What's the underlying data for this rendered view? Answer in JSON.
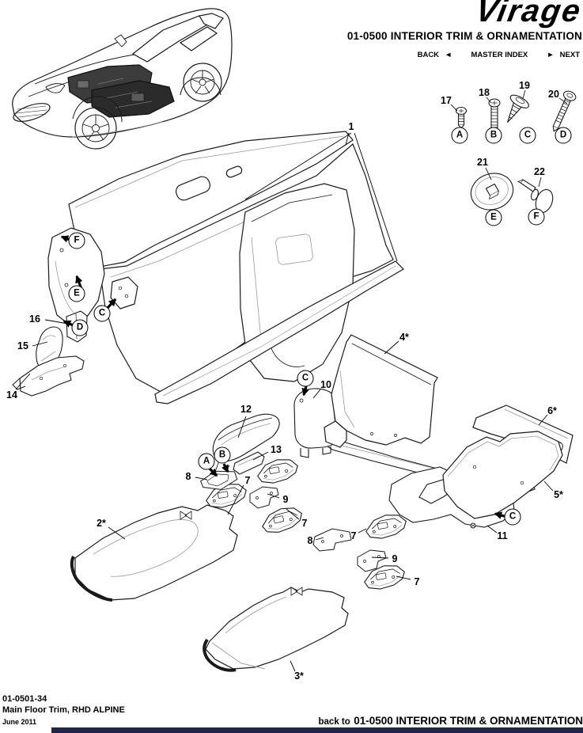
{
  "header": {
    "logo_text": "Virage",
    "title": "01-0500 INTERIOR TRIM & ORNAMENTATION",
    "nav_back": "BACK",
    "nav_back_arrow": "◄",
    "nav_master_index": "MASTER INDEX",
    "nav_next_arrow": "►",
    "nav_next": "NEXT"
  },
  "labels": {
    "n1": "1",
    "n2": "2*",
    "n3": "3*",
    "n4": "4*",
    "n5": "5*",
    "n6": "6*",
    "n7": "7",
    "n8": "8",
    "n9": "9",
    "n10": "10",
    "n11": "11",
    "n12": "12",
    "n13": "13",
    "n14": "14",
    "n15": "15",
    "n16": "16",
    "n17": "17",
    "n18": "18",
    "n19": "19",
    "n20": "20",
    "n21": "21",
    "n22": "22"
  },
  "letters": {
    "A": "A",
    "B": "B",
    "C": "C",
    "D": "D",
    "E": "E",
    "F": "F"
  },
  "footer": {
    "doc_number": "01-0501-34",
    "doc_title": "Main Floor Trim, RHD ALPINE",
    "date": "June 2011",
    "back_prefix": "back to",
    "back_target": "01-0500 INTERIOR TRIM & ORNAMENTATION"
  },
  "colors": {
    "footer_bar": "#20254a",
    "line_art": "#1a1a1a",
    "inner_line": "#999999"
  }
}
